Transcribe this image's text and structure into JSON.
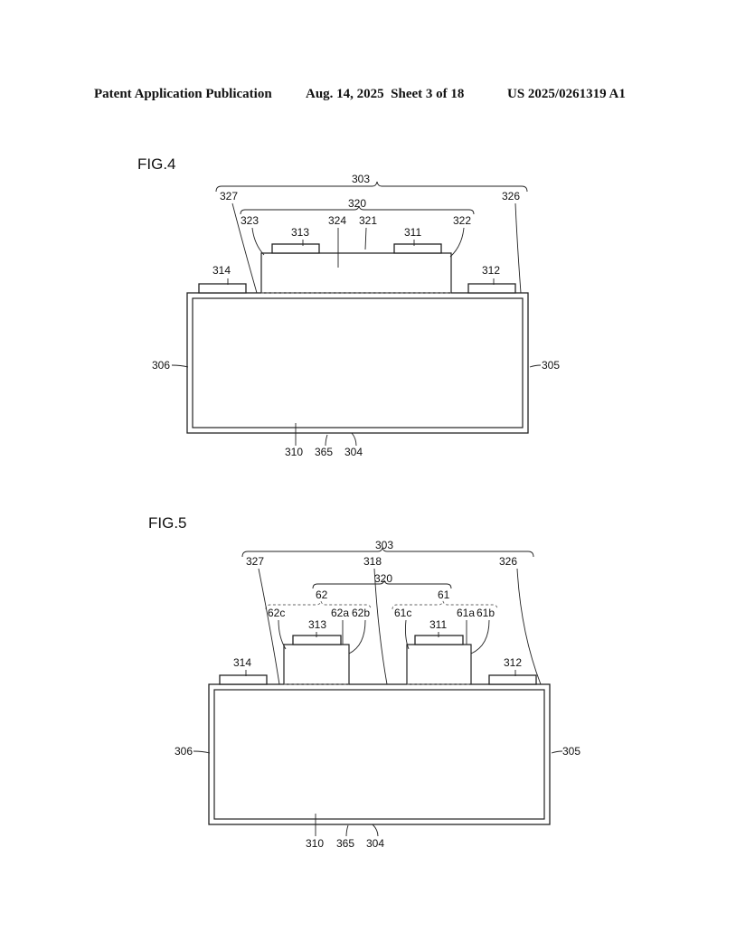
{
  "header": {
    "publication": "Patent Application Publication",
    "date_sheet": "Aug. 14, 2025  Sheet 3 of 18",
    "patent_number": "US 2025/0261319 A1"
  },
  "fig4": {
    "title": "FIG.4",
    "labels": {
      "l303": "303",
      "l327": "327",
      "l326": "326",
      "l320": "320",
      "l323": "323",
      "l324": "324",
      "l321": "321",
      "l322": "322",
      "l313": "313",
      "l311": "311",
      "l314": "314",
      "l312": "312",
      "l306": "306",
      "l305": "305",
      "l310": "310",
      "l365": "365",
      "l304": "304"
    }
  },
  "fig5": {
    "title": "FIG.5",
    "labels": {
      "l303": "303",
      "l327": "327",
      "l318": "318",
      "l326": "326",
      "l320": "320",
      "l62": "62",
      "l61": "61",
      "l62c": "62c",
      "l62a": "62a",
      "l62b": "62b",
      "l61c": "61c",
      "l61a": "61a",
      "l61b": "61b",
      "l313": "313",
      "l311": "311",
      "l314": "314",
      "l312": "312",
      "l306": "306",
      "l305": "305",
      "l310": "310",
      "l365": "365",
      "l304": "304"
    }
  }
}
